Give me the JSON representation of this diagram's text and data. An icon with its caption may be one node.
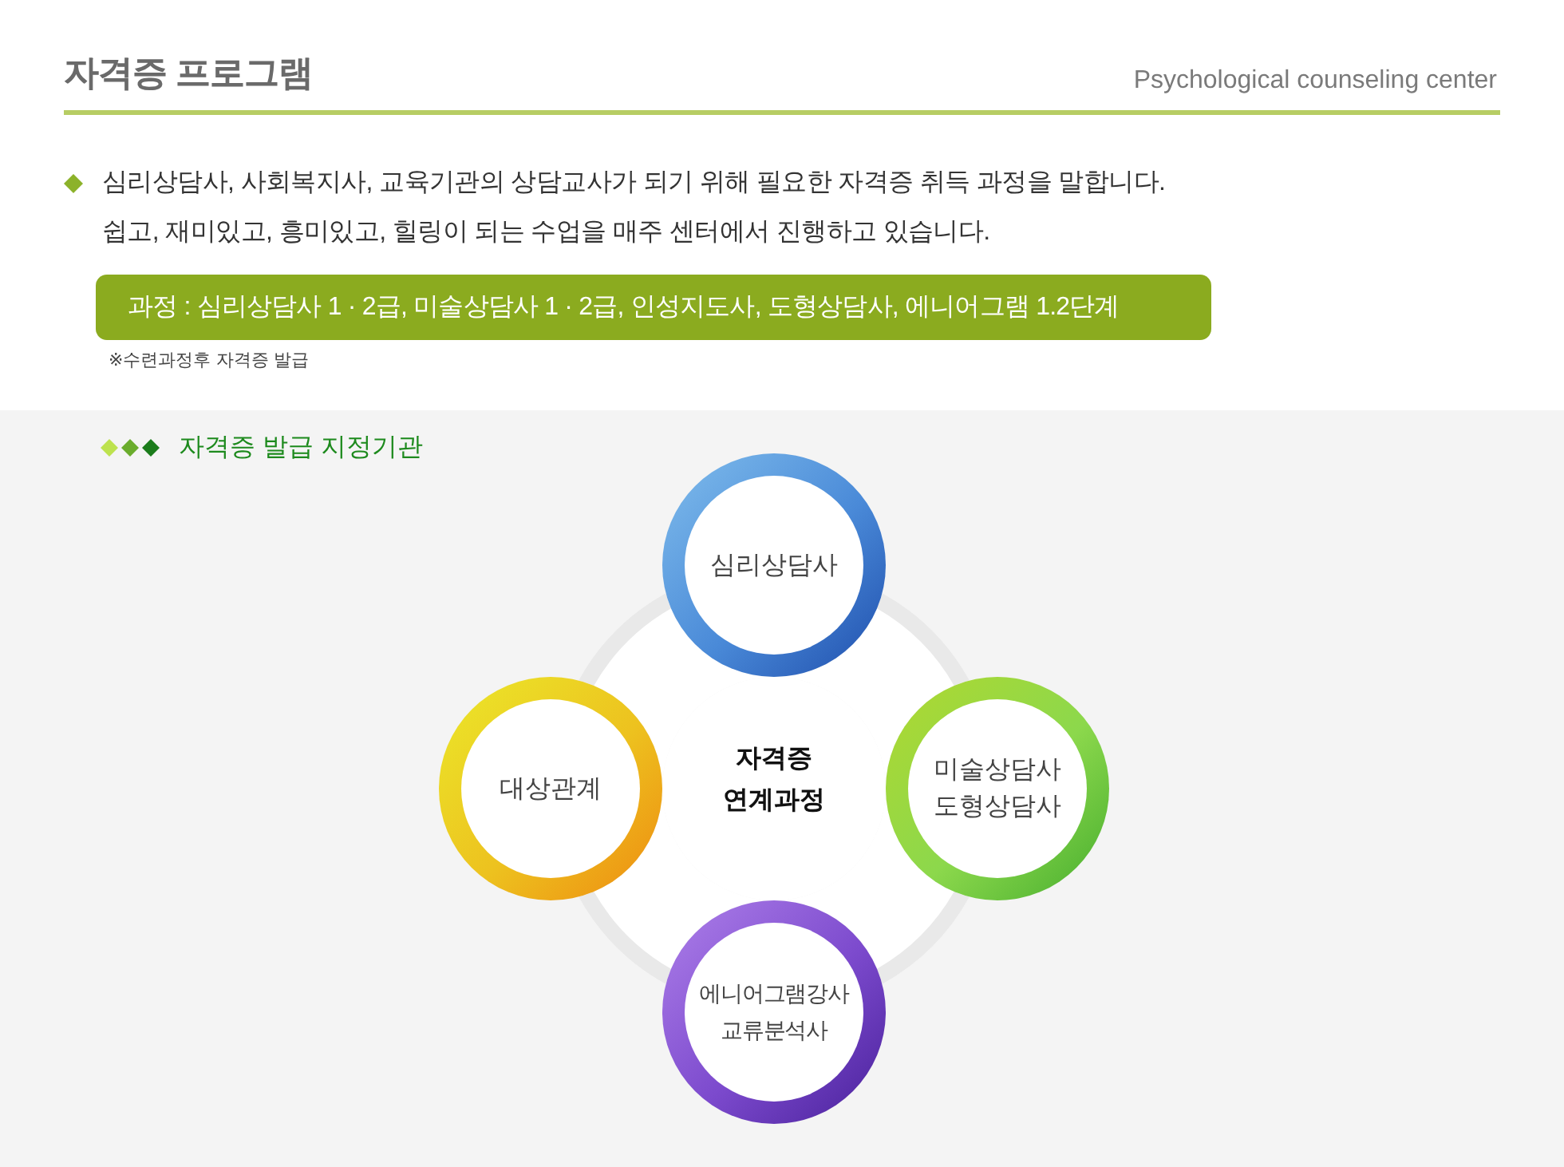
{
  "diagram": {
    "title": "자격증 프로그램",
    "nodes": [
      {
        "text": [
          "과정 : 심리상담사 1 · 2급, 미술상담사 1 · 2급, 인성지도사, 도형상담사, 에니어그램 1.2단계"
        ],
        "beside": [
          "※수련과정후 자격증 발급"
        ]
      },
      {
        "text": [
          "자격증 연계과정"
        ]
      },
      {
        "text": [
          "심리상담사"
        ]
      },
      {
        "text": [
          "대상관계"
        ]
      },
      {
        "text": [
          "미술상담사",
          "도형상담사"
        ]
      },
      {
        "text": [
          "에니어그램강사",
          "교류분석사"
        ]
      }
    ],
    "labels": [
      "Psychological counseling center",
      "심리상담사, 사회복지사, 교육기관의 상담교사가 되기 위해 필요한 자격증 취득 과정을 말합니다.",
      "쉽고, 재미있고, 흥미있고, 힐링이 되는 수업을 매주 센터에서 진행하고 있습니다.",
      "자격증 발급 지정기관"
    ]
  }
}
